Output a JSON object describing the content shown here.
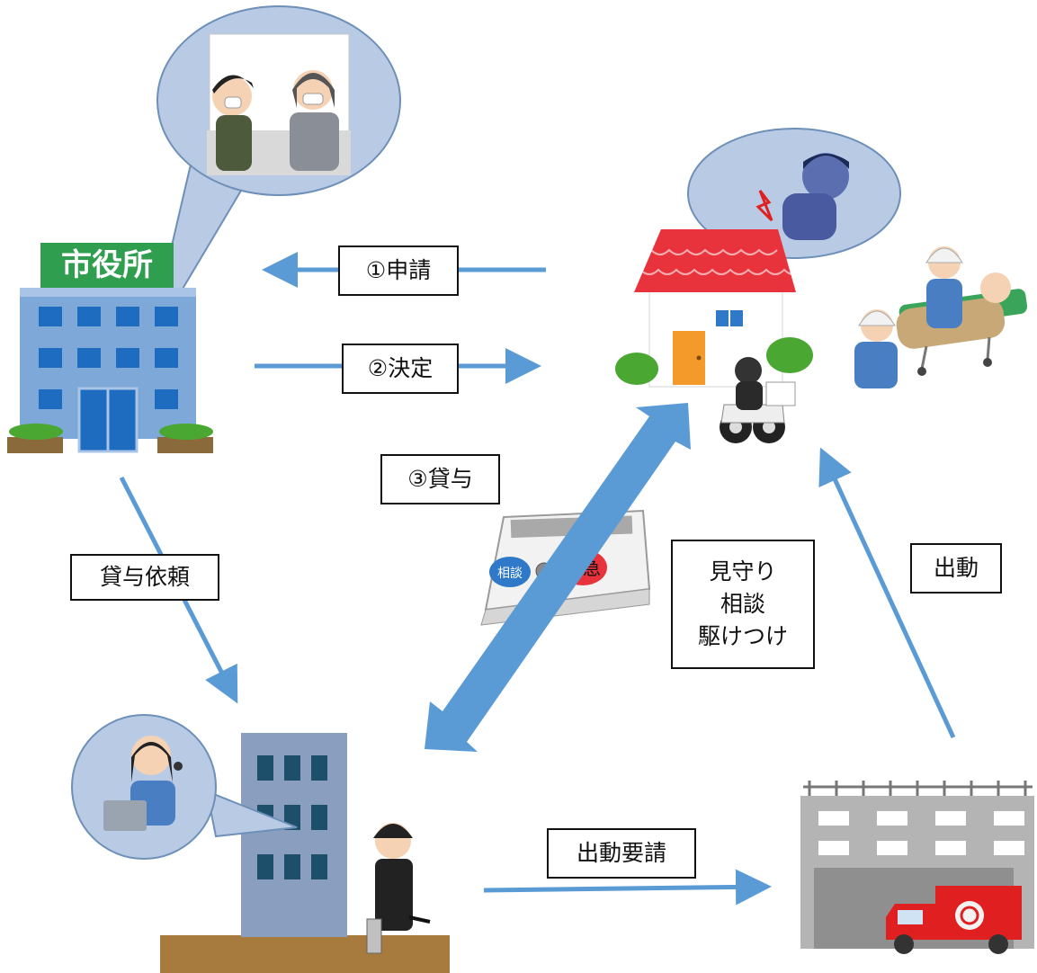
{
  "city_hall": {
    "sign": "市役所"
  },
  "labels": {
    "apply": "①申請",
    "decide": "②決定",
    "lend": "③貸与",
    "lend_request": "貸与依頼",
    "watch_consult_rush": "見守り\n相談\n駆けつけ",
    "dispatch": "出動",
    "dispatch_request": "出動要請"
  },
  "device": {
    "consult_button": "相談",
    "emergency_button": "緊急"
  },
  "colors": {
    "arrow": "#5b9bd5",
    "roof": "#e8323c",
    "building": "#7ea8d8",
    "window": "#1e6cc0",
    "security_building": "#8a9ec0",
    "fire_station": "#b4b4b4",
    "fire_truck": "#e02020"
  }
}
